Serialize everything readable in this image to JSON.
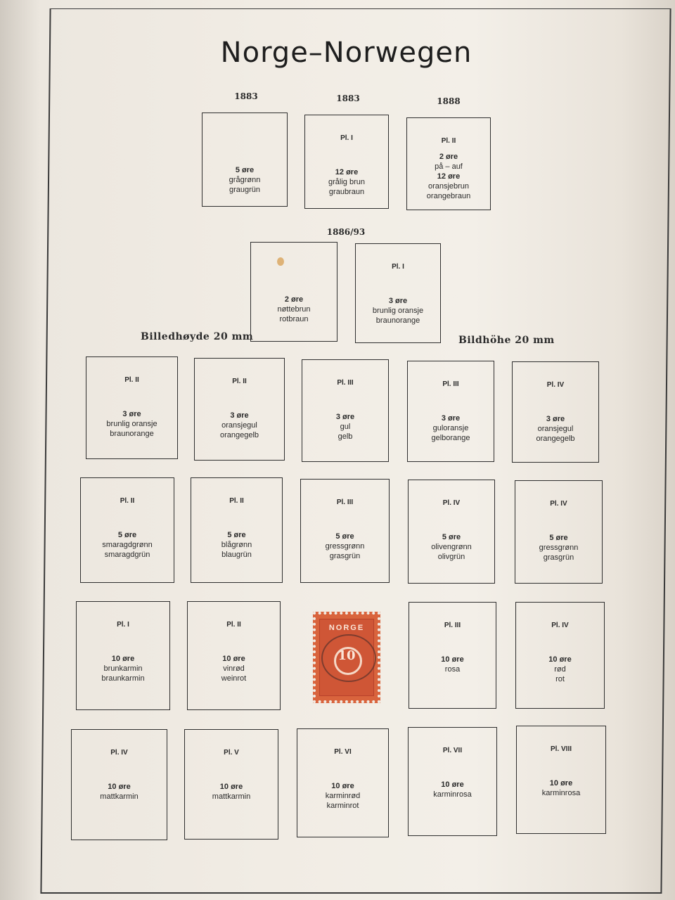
{
  "title": "Norge–Norwegen",
  "years": {
    "y1": "1883",
    "y2": "1883",
    "y3": "1888",
    "y4": "1886/93"
  },
  "captions": {
    "left": "Billedhøyde 20 mm",
    "right": "Bildhöhe 20 mm"
  },
  "boxes": [
    {
      "plate": "",
      "lines": [
        "5 øre",
        "grågrønn",
        "graugrün"
      ]
    },
    {
      "plate": "Pl. I",
      "lines": [
        "12 øre",
        "grålig brun",
        "graubraun"
      ]
    },
    {
      "plate": "Pl. II",
      "lines": [
        "2 øre",
        "på – auf",
        "12 øre",
        "oransjebrun",
        "orangebraun"
      ]
    },
    {
      "plate": "",
      "lines": [
        "2 øre",
        "nøttebrun",
        "rotbraun"
      ]
    },
    {
      "plate": "Pl. I",
      "lines": [
        "3 øre",
        "brunlig oransje",
        "braunorange"
      ]
    },
    {
      "plate": "Pl. II",
      "lines": [
        "3 øre",
        "brunlig oransje",
        "braunorange"
      ]
    },
    {
      "plate": "Pl. II",
      "lines": [
        "3 øre",
        "oransjegul",
        "orangegelb"
      ]
    },
    {
      "plate": "Pl. III",
      "lines": [
        "3 øre",
        "gul",
        "gelb"
      ]
    },
    {
      "plate": "Pl. III",
      "lines": [
        "3 øre",
        "guloransje",
        "gelborange"
      ]
    },
    {
      "plate": "Pl. IV",
      "lines": [
        "3 øre",
        "oransjegul",
        "orangegelb"
      ]
    },
    {
      "plate": "Pl. II",
      "lines": [
        "5 øre",
        "smaragdgrønn",
        "smaragdgrün"
      ]
    },
    {
      "plate": "Pl. II",
      "lines": [
        "5 øre",
        "blågrønn",
        "blaugrün"
      ]
    },
    {
      "plate": "Pl. III",
      "lines": [
        "5 øre",
        "gressgrønn",
        "grasgrün"
      ]
    },
    {
      "plate": "Pl. IV",
      "lines": [
        "5 øre",
        "olivengrønn",
        "olivgrün"
      ]
    },
    {
      "plate": "Pl. IV",
      "lines": [
        "5 øre",
        "gressgrønn",
        "grasgrün"
      ]
    },
    {
      "plate": "Pl. I",
      "lines": [
        "10 øre",
        "brunkarmin",
        "braunkarmin"
      ]
    },
    {
      "plate": "Pl. II",
      "lines": [
        "10 øre",
        "vinrød",
        "weinrot"
      ]
    },
    {
      "plate": "",
      "lines": [],
      "stamp": {
        "value": "10",
        "country": "NORGE",
        "color": "#cf5636"
      }
    },
    {
      "plate": "Pl. III",
      "lines": [
        "10 øre",
        "rosa"
      ]
    },
    {
      "plate": "Pl. IV",
      "lines": [
        "10 øre",
        "rød",
        "rot"
      ]
    },
    {
      "plate": "Pl. IV",
      "lines": [
        "10 øre",
        "mattkarmin"
      ]
    },
    {
      "plate": "Pl. V",
      "lines": [
        "10 øre",
        "mattkarmin"
      ]
    },
    {
      "plate": "Pl. VI",
      "lines": [
        "10 øre",
        "karminrød",
        "karminrot"
      ]
    },
    {
      "plate": "Pl. VII",
      "lines": [
        "10 øre",
        "karminrosa"
      ]
    },
    {
      "plate": "Pl. VIII",
      "lines": [
        "10 øre",
        "karminrosa"
      ]
    }
  ]
}
